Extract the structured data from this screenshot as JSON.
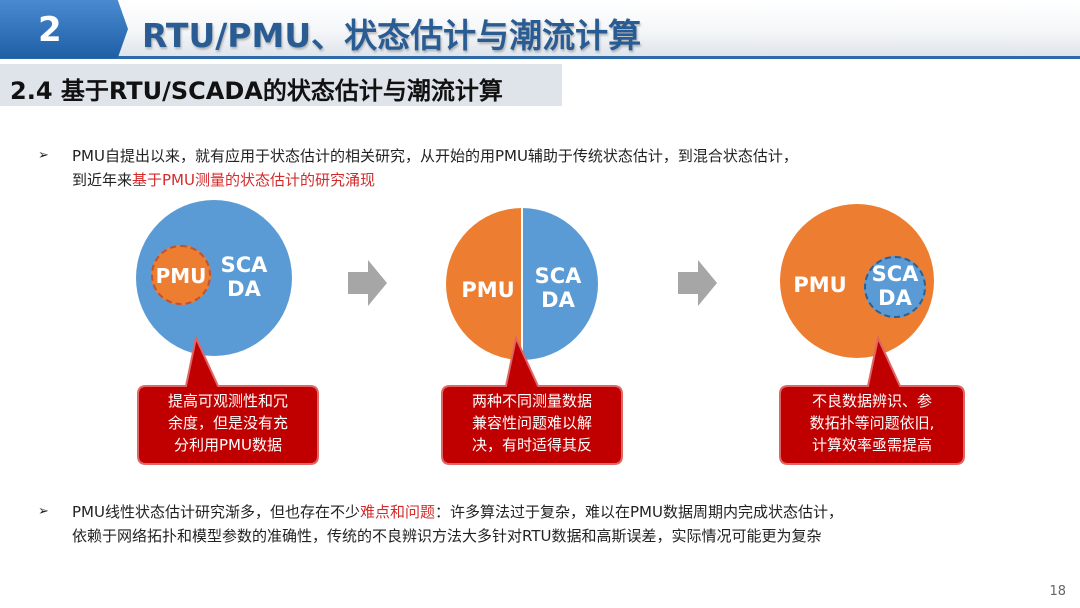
{
  "header": {
    "section_number": "2",
    "title": "RTU/PMU、状态估计与潮流计算"
  },
  "subheader": {
    "title": "2.4 基于RTU/SCADA的状态估计与潮流计算"
  },
  "paragraph1": {
    "bullet": "➢",
    "line1": "PMU自提出以来，就有应用于状态估计的相关研究，从开始的用PMU辅助于传统状态估计，到混合状态估计，",
    "line2_prefix": "到近年来",
    "line2_highlight": "基于PMU测量的状态估计的研究涌现"
  },
  "diagrams": [
    {
      "pmu_label": "PMU",
      "scada_line1": "SCA",
      "scada_line2": "DA",
      "callout_lines": [
        "提高可观测性和冗",
        "余度，但是没有充",
        "分利用PMU数据"
      ]
    },
    {
      "pmu_label": "PMU",
      "scada_line1": "SCA",
      "scada_line2": "DA",
      "callout_lines": [
        "两种不同测量数据",
        "兼容性问题难以解",
        "决，有时适得其反"
      ]
    },
    {
      "pmu_label": "PMU",
      "scada_line1": "SCA",
      "scada_line2": "DA",
      "callout_lines": [
        "不良数据辨识、参",
        "数拓扑等问题依旧,",
        "计算效率亟需提高"
      ]
    }
  ],
  "paragraph2": {
    "bullet": "➢",
    "line1_prefix": "PMU线性状态估计研究渐多，但也存在不少",
    "line1_highlight": "难点和问题",
    "line1_suffix": "：许多算法过于复杂，难以在PMU数据周期内完成状态估计，",
    "line2": "依赖于网络拓扑和模型参数的准确性，传统的不良辨识方法大多针对RTU数据和高斯误差，实际情况可能更为复杂"
  },
  "page_number": "18",
  "colors": {
    "blue": "#5b9bd5",
    "orange": "#ed7d31",
    "callout_red": "#c00000",
    "highlight_red": "#d42b2b",
    "title_blue": "#2a5c94"
  },
  "icons": {
    "arrow": "right-arrow-icon",
    "bullet": "bullet-arrow-icon"
  }
}
